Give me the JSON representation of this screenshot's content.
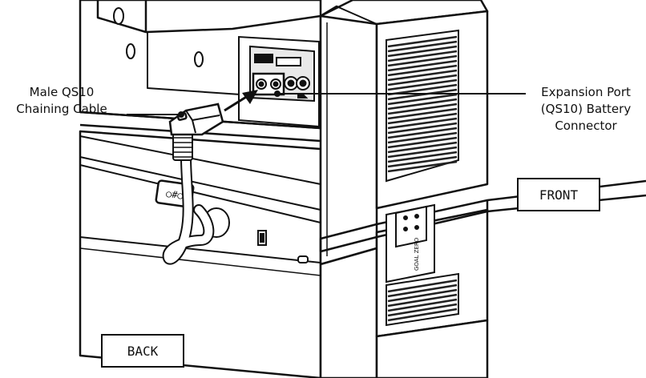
{
  "callouts": {
    "left": {
      "lines": [
        "Male QS10",
        "Chaining Cable"
      ]
    },
    "right": {
      "lines": [
        "Expansion Port",
        "(QS10) Battery",
        "Connector"
      ]
    }
  },
  "side_labels": {
    "front": "FRONT",
    "back": "BACK"
  },
  "panel_markings": {
    "side_panel_symbol": "○#○",
    "front_badge": "GOAL ZERO"
  },
  "colors": {
    "line": "#111111",
    "background": "#ffffff",
    "vent": "#222222"
  }
}
